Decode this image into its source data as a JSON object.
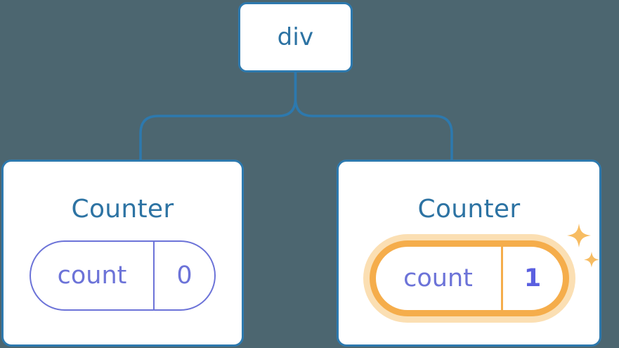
{
  "diagram": {
    "type": "component-tree",
    "background_color": "#4c6670",
    "node_border_color": "#2d79ae",
    "title_color": "#2d73a3",
    "pill_color": "#6c73d8",
    "highlight_color": "#f5ad4b",
    "highlight_glow_color": "#fbdfb3",
    "sparkle_color": "#f7bc62"
  },
  "root": {
    "label": "div"
  },
  "children": [
    {
      "title": "Counter",
      "state": {
        "key": "count",
        "value": "0"
      },
      "highlighted": false,
      "sparkles": false
    },
    {
      "title": "Counter",
      "state": {
        "key": "count",
        "value": "1"
      },
      "highlighted": true,
      "sparkles": true
    }
  ],
  "icons": {
    "sparkle_large": "sparkle-icon",
    "sparkle_small": "sparkle-icon"
  }
}
